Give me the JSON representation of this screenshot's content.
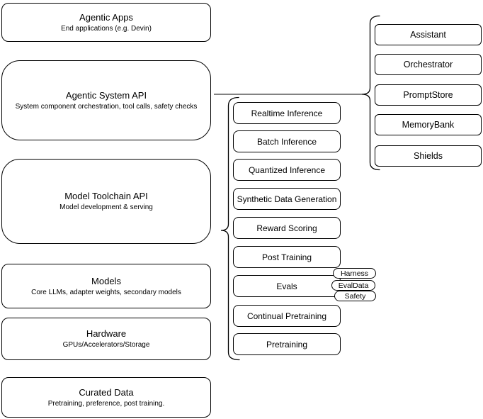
{
  "diagram": {
    "left_stack": {
      "items": [
        {
          "title": "Agentic Apps",
          "subtitle": "End applications (e.g. Devin)"
        },
        {
          "title": "Agentic System API",
          "subtitle": "System component orchestration, tool calls, safety checks"
        },
        {
          "title": "Model Toolchain API",
          "subtitle": "Model development & serving"
        },
        {
          "title": "Models",
          "subtitle": "Core LLMs, adapter weights, secondary models"
        },
        {
          "title": "Hardware",
          "subtitle": "GPUs/Accelerators/Storage"
        },
        {
          "title": "Curated Data",
          "subtitle": "Pretraining, preference, post training."
        }
      ]
    },
    "toolchain_group": {
      "items": [
        "Realtime Inference",
        "Batch Inference",
        "Quantized Inference",
        "Synthetic Data Generation",
        "Reward Scoring",
        "Post Training",
        "Evals",
        "Continual Pretraining",
        "Pretraining"
      ]
    },
    "evals_tags": {
      "items": [
        "Harness",
        "EvalData",
        "Safety"
      ]
    },
    "system_group": {
      "items": [
        "Assistant",
        "Orchestrator",
        "PromptStore",
        "MemoryBank",
        "Shields"
      ]
    },
    "connections": [
      {
        "from": "Agentic System API",
        "to": "system_group"
      },
      {
        "from": "Model Toolchain API",
        "to": "toolchain_group"
      }
    ],
    "colors": {
      "stroke": "#000000",
      "fill": "#ffffff",
      "connector": "#595959",
      "background": "#ffffff"
    }
  }
}
